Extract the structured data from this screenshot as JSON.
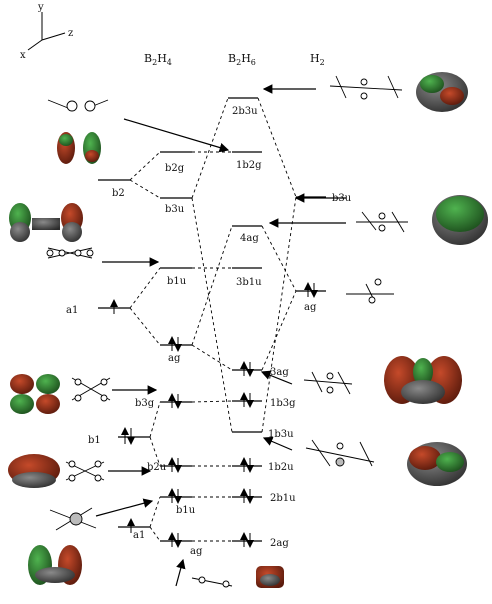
{
  "axes": {
    "y": "y",
    "z": "z",
    "x": "x"
  },
  "headers": {
    "left": "B2H4",
    "middle": "B2H6",
    "right": "H2"
  },
  "labels": {
    "b2": "b2",
    "a1_left": "a1",
    "b1": "b1",
    "b2g": "b2g",
    "b3u": "b3u",
    "b1u": "b1u",
    "ag": "ag",
    "b3g": "b3g",
    "b2u": "b2u",
    "b1u_low": "b1u",
    "a1_low": "a1",
    "ag_low": "ag",
    "m_2b3u": "2b3u",
    "m_1b2g": "1b2g",
    "m_4ag": "4ag",
    "m_3b1u": "3b1u",
    "m_3ag": "3ag",
    "m_1b3g": "1b3g",
    "m_1b3u": "1b3u",
    "m_1b2u": "1b2u",
    "m_2b1u": "2b1u",
    "m_2ag": "2ag",
    "h2_b3u": "b3u",
    "h2_ag": "ag"
  },
  "colors": {
    "line": "#000000",
    "lobe_red": "#8c2a14",
    "lobe_green": "#2f7d2f",
    "shell": "#3c3c3c"
  }
}
